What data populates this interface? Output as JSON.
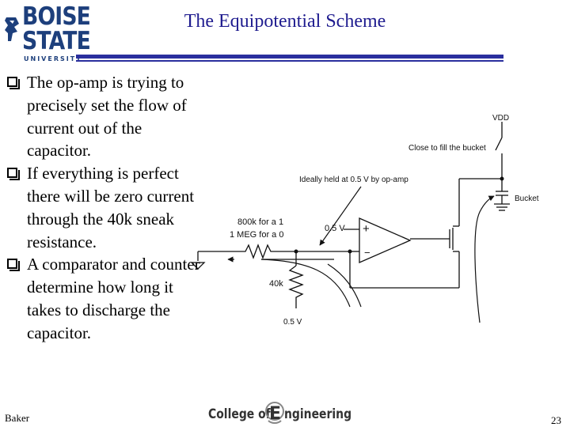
{
  "header": {
    "logo_line1": "BOISE",
    "logo_line2": "STATE",
    "logo_line3": "UNIVERSITY",
    "title": "The Equipotential Scheme",
    "accent_color": "#2a2f9e",
    "logo_color": "#1d3f7c"
  },
  "bullets": [
    {
      "text": "The op-amp is trying to precisely set the flow of current out of the capacitor."
    },
    {
      "text": "If everything is perfect there will be zero current through the 40k sneak resistance."
    },
    {
      "text": "A comparator and counter determine how long it takes to discharge the capacitor."
    }
  ],
  "circuit": {
    "vdd": "VDD",
    "switch_label": "Close to fill the bucket",
    "bucket": "Bucket",
    "opamp_note": "Ideally held at 0.5 V by op-amp",
    "res_label_1": "800k for a 1",
    "res_label_2": "1 MEG for a 0",
    "vplus": "0.5 V",
    "plus_sign": "+",
    "minus_sign": "−",
    "sneak_res": "40k",
    "vbottom": "0.5 V"
  },
  "footer": {
    "author": "Baker",
    "college_part1": "College of ",
    "college_letter": "E",
    "college_part2": "ngineering",
    "page": "23"
  }
}
